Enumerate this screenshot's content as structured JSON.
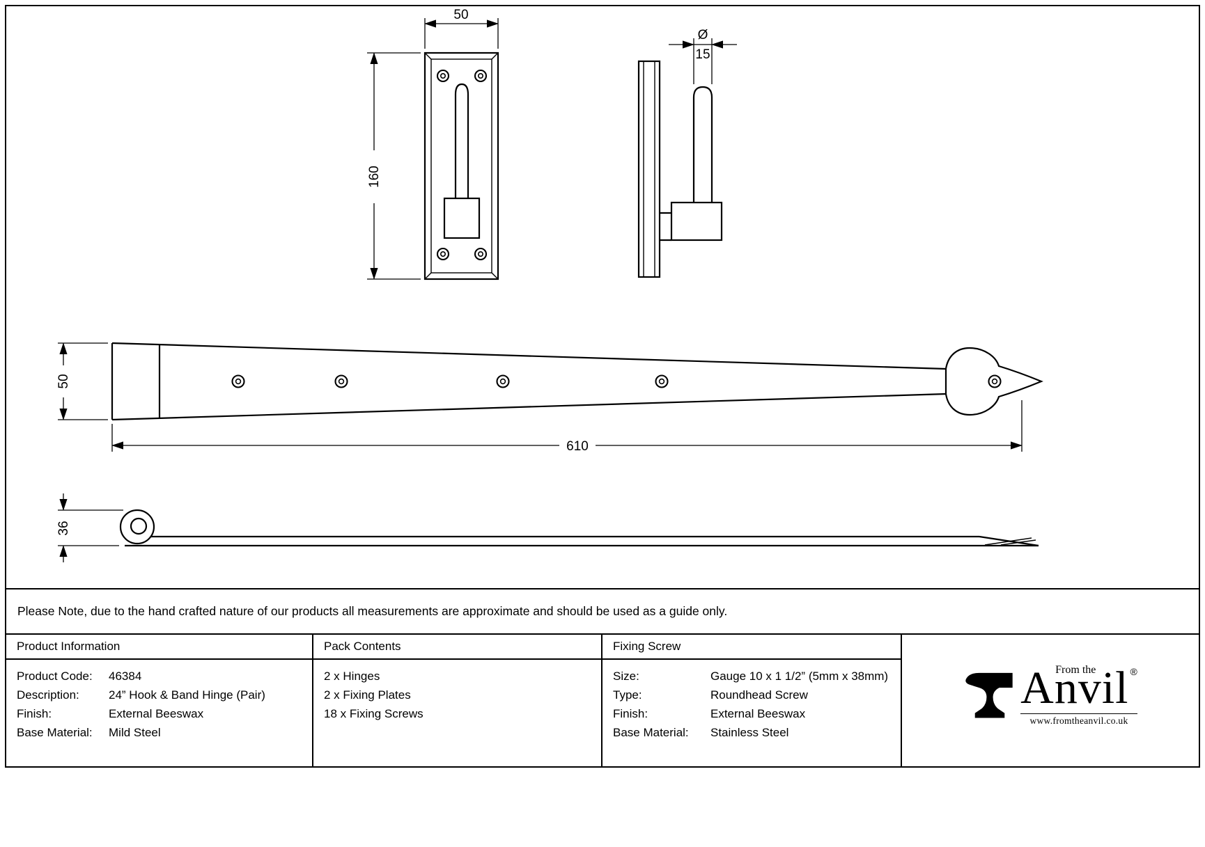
{
  "colors": {
    "line": "#000000",
    "background": "#ffffff"
  },
  "note": "Please Note, due to the hand crafted nature of our products all measurements are approximate and should be used as a guide only.",
  "drawing": {
    "plate_width_label": "50",
    "plate_height_label": "160",
    "pin_dia_symbol": "Ø",
    "pin_dia_label": "15",
    "band_height_label": "50",
    "band_length_label": "610",
    "eye_height_label": "36"
  },
  "table": {
    "product_info": {
      "header": "Product Information",
      "rows": [
        {
          "label": "Product Code:",
          "value": "46384"
        },
        {
          "label": "Description:",
          "value": "24” Hook & Band Hinge (Pair)"
        },
        {
          "label": "Finish:",
          "value": "External Beeswax"
        },
        {
          "label": "Base Material:",
          "value": "Mild Steel"
        }
      ]
    },
    "pack_contents": {
      "header": "Pack Contents",
      "items": [
        "2 x Hinges",
        "2 x Fixing Plates",
        "18 x Fixing Screws"
      ]
    },
    "fixing_screw": {
      "header": "Fixing Screw",
      "rows": [
        {
          "label": "Size:",
          "value": "Gauge 10 x 1 1/2” (5mm x 38mm)"
        },
        {
          "label": "Type:",
          "value": "Roundhead Screw"
        },
        {
          "label": "Finish:",
          "value": "External Beeswax"
        },
        {
          "label": "Base Material:",
          "value": "Stainless Steel"
        }
      ]
    }
  },
  "logo": {
    "tagline": "From the",
    "brand": "Anvil",
    "registered": "®",
    "url": "www.fromtheanvil.co.uk"
  }
}
